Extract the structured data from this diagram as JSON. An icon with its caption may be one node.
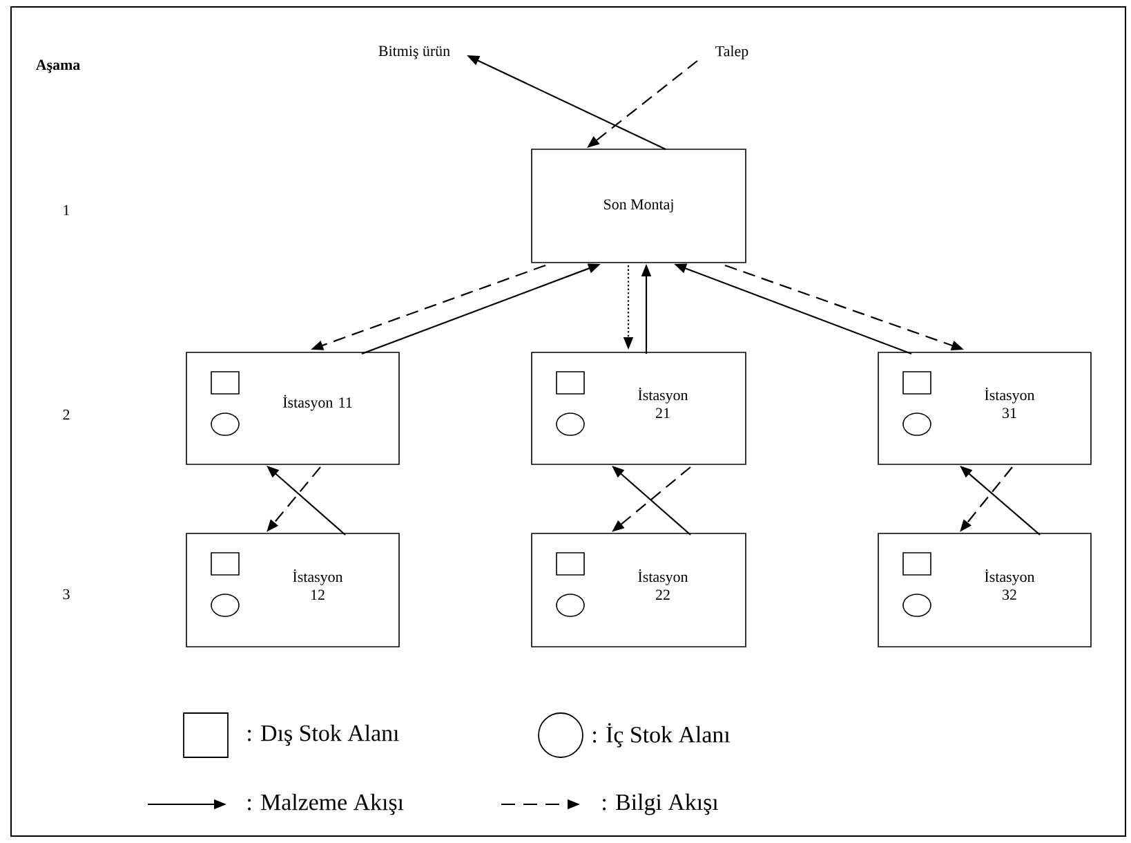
{
  "diagram": {
    "nodes": [
      {
        "text": [
          "Bitmiş ürün"
        ]
      },
      {
        "text": [
          "Talep"
        ]
      },
      {
        "text": [
          "Son Montaj"
        ]
      },
      {
        "text": [
          "İstasyon 11"
        ]
      },
      {
        "text": [
          "İstasyon 21"
        ]
      },
      {
        "text": [
          "İstasyon 31"
        ]
      },
      {
        "text": [
          "İstasyon 12"
        ]
      },
      {
        "text": [
          "İstasyon 22"
        ]
      },
      {
        "text": [
          "İstasyon 32"
        ]
      },
      {
        "text": [],
        "shape": "box",
        "in": 3
      },
      {
        "text": [],
        "shape": "circle",
        "in": 3
      },
      {
        "text": [],
        "shape": "box",
        "in": 4
      },
      {
        "text": [],
        "shape": "circle",
        "in": 4
      },
      {
        "text": [],
        "shape": "box",
        "in": 5
      },
      {
        "text": [],
        "shape": "circle",
        "in": 5
      },
      {
        "text": [],
        "shape": "box",
        "in": 6
      },
      {
        "text": [],
        "shape": "circle",
        "in": 6
      },
      {
        "text": [],
        "shape": "box",
        "in": 7
      },
      {
        "text": [],
        "shape": "circle",
        "in": 7
      },
      {
        "text": [],
        "shape": "box",
        "in": 8
      },
      {
        "text": [],
        "shape": "circle",
        "in": 8
      }
    ],
    "edges": [
      {
        "from": 2,
        "to": 0,
        "arrow": "to"
      },
      {
        "from": 1,
        "to": 2,
        "arrow": "to",
        "style": "dashed"
      },
      {
        "from": 2,
        "to": 3,
        "arrow": "to",
        "style": "dashed"
      },
      {
        "from": 3,
        "to": 2,
        "arrow": "to"
      },
      {
        "from": 2,
        "to": 4,
        "arrow": "to",
        "style": "dashed"
      },
      {
        "from": 4,
        "to": 2,
        "arrow": "to"
      },
      {
        "from": 2,
        "to": 5,
        "arrow": "to",
        "style": "dashed"
      },
      {
        "from": 5,
        "to": 2,
        "arrow": "to"
      },
      {
        "from": 3,
        "to": 6,
        "arrow": "to",
        "style": "dashed"
      },
      {
        "from": 6,
        "to": 3,
        "arrow": "to"
      },
      {
        "from": 4,
        "to": 7,
        "arrow": "to",
        "style": "dashed"
      },
      {
        "from": 7,
        "to": 4,
        "arrow": "to"
      },
      {
        "from": 5,
        "to": 8,
        "arrow": "to",
        "style": "dashed"
      },
      {
        "from": 8,
        "to": 5,
        "arrow": "to"
      }
    ],
    "labels": [
      "Aşama",
      "1",
      "2",
      "3"
    ],
    "legend": [
      {
        "text": ": Dış Stok Alanı"
      },
      {
        "text": ": İç Stok Alanı"
      },
      {
        "text": ": Malzeme Akışı"
      },
      {
        "text": ": Bilgi Akışı"
      }
    ]
  }
}
